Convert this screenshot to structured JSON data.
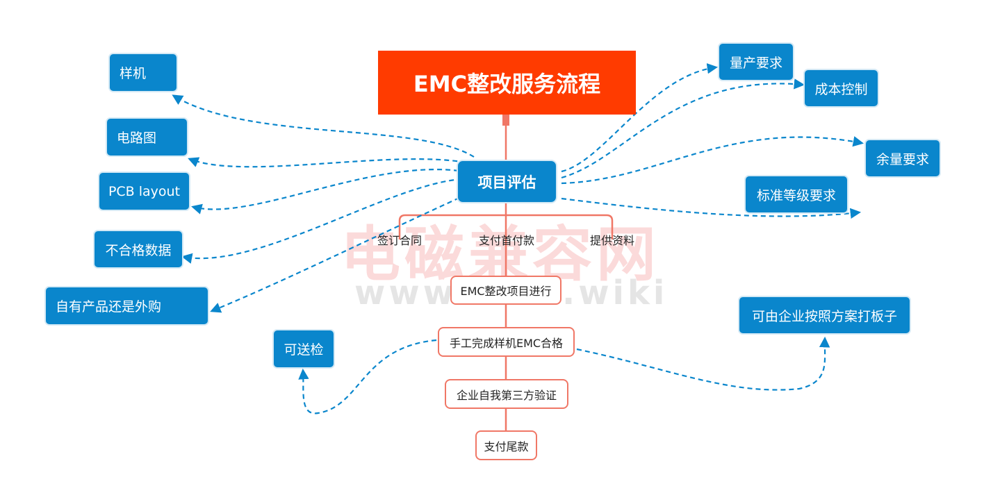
{
  "diagram": {
    "title": "EMC整改服务流程",
    "center": "项目评估",
    "left_inputs": [
      "样机",
      "电路图",
      "PCB layout",
      "不合格数据",
      "自有产品还是外购"
    ],
    "right_outputs": [
      "量产要求",
      "成本控制",
      "余量要求",
      "标准等级要求"
    ],
    "branch_items": [
      "签订合同",
      "支付首付款",
      "提供资料"
    ],
    "steps": [
      "EMC整改项目进行",
      "手工完成样机EMC合格",
      "企业自我第三方验证",
      "支付尾款"
    ],
    "side_results": {
      "left": "可送检",
      "right": "可由企业按照方案打板子"
    },
    "watermark": {
      "chinese": "电磁兼容网",
      "url": "www.EMC.wiki"
    }
  },
  "colors": {
    "title_bg": "#ff3b00",
    "node_blue": "#0a86cc",
    "step_border": "#f07766",
    "trunk": "#f07766",
    "dashed_arrow": "#0a86cc"
  }
}
